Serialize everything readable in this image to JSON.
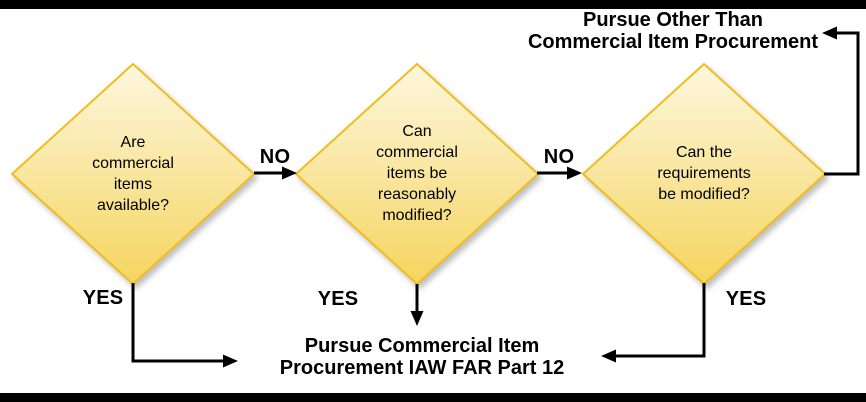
{
  "frame": {
    "border_color": "#000000",
    "background": "#ffffff"
  },
  "palette": {
    "diamond_fill_top": "#FDF7DF",
    "diamond_fill_bottom": "#F5D55F",
    "diamond_border": "#F0BE1A",
    "line_color": "#000000",
    "text_color": "#000000"
  },
  "flowchart": {
    "decisions": [
      {
        "text": "Are\ncommercial\nitems\navailable?"
      },
      {
        "text": "Can\ncommercial\nitems be\nreasonably\nmodified?"
      },
      {
        "text": "Can the\nrequirements\nbe modified?"
      }
    ],
    "labels": {
      "no_1": "NO",
      "no_2": "NO",
      "yes_1": "YES",
      "yes_2": "YES",
      "yes_3": "YES"
    },
    "outcomes": {
      "non_commercial": "Pursue Other Than\nCommercial Item Procurement",
      "commercial": "Pursue Commercial Item\nProcurement IAW FAR Part 12"
    }
  }
}
